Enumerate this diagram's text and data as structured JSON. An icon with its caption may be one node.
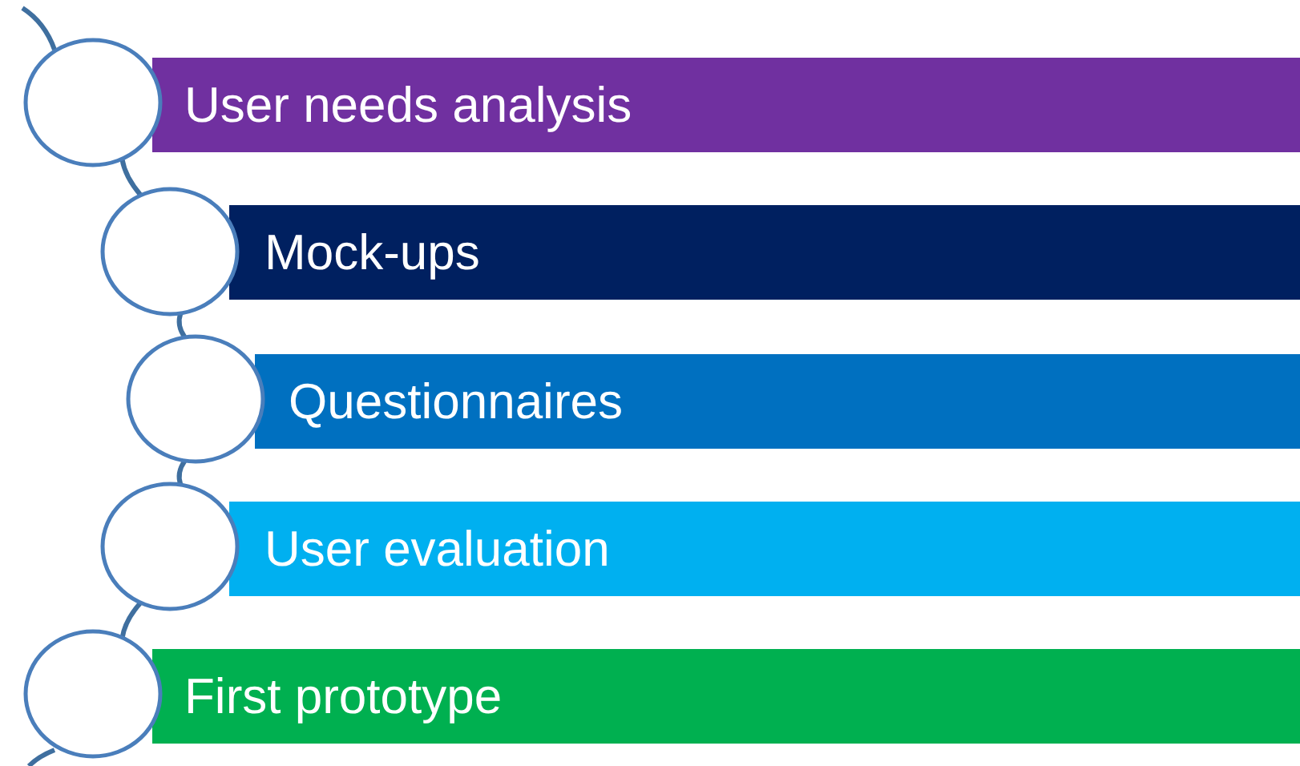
{
  "diagram": {
    "nodes": [
      {
        "text": [
          "User needs analysis"
        ]
      },
      {
        "text": [
          "Mock-ups"
        ]
      },
      {
        "text": [
          "Questionnaires"
        ]
      },
      {
        "text": [
          "User evaluation"
        ]
      },
      {
        "text": [
          "First prototype"
        ]
      },
      {
        "text": [],
        "shape": "circle"
      },
      {
        "text": [],
        "shape": "circle"
      },
      {
        "text": [],
        "shape": "circle"
      },
      {
        "text": [],
        "shape": "circle"
      },
      {
        "text": [],
        "shape": "circle"
      }
    ],
    "edges": [
      {
        "from": 5,
        "to": 6,
        "arrow": "none"
      },
      {
        "from": 6,
        "to": 7,
        "arrow": "none"
      },
      {
        "from": 7,
        "to": 8,
        "arrow": "none"
      },
      {
        "from": 8,
        "to": 9,
        "arrow": "none"
      }
    ]
  }
}
